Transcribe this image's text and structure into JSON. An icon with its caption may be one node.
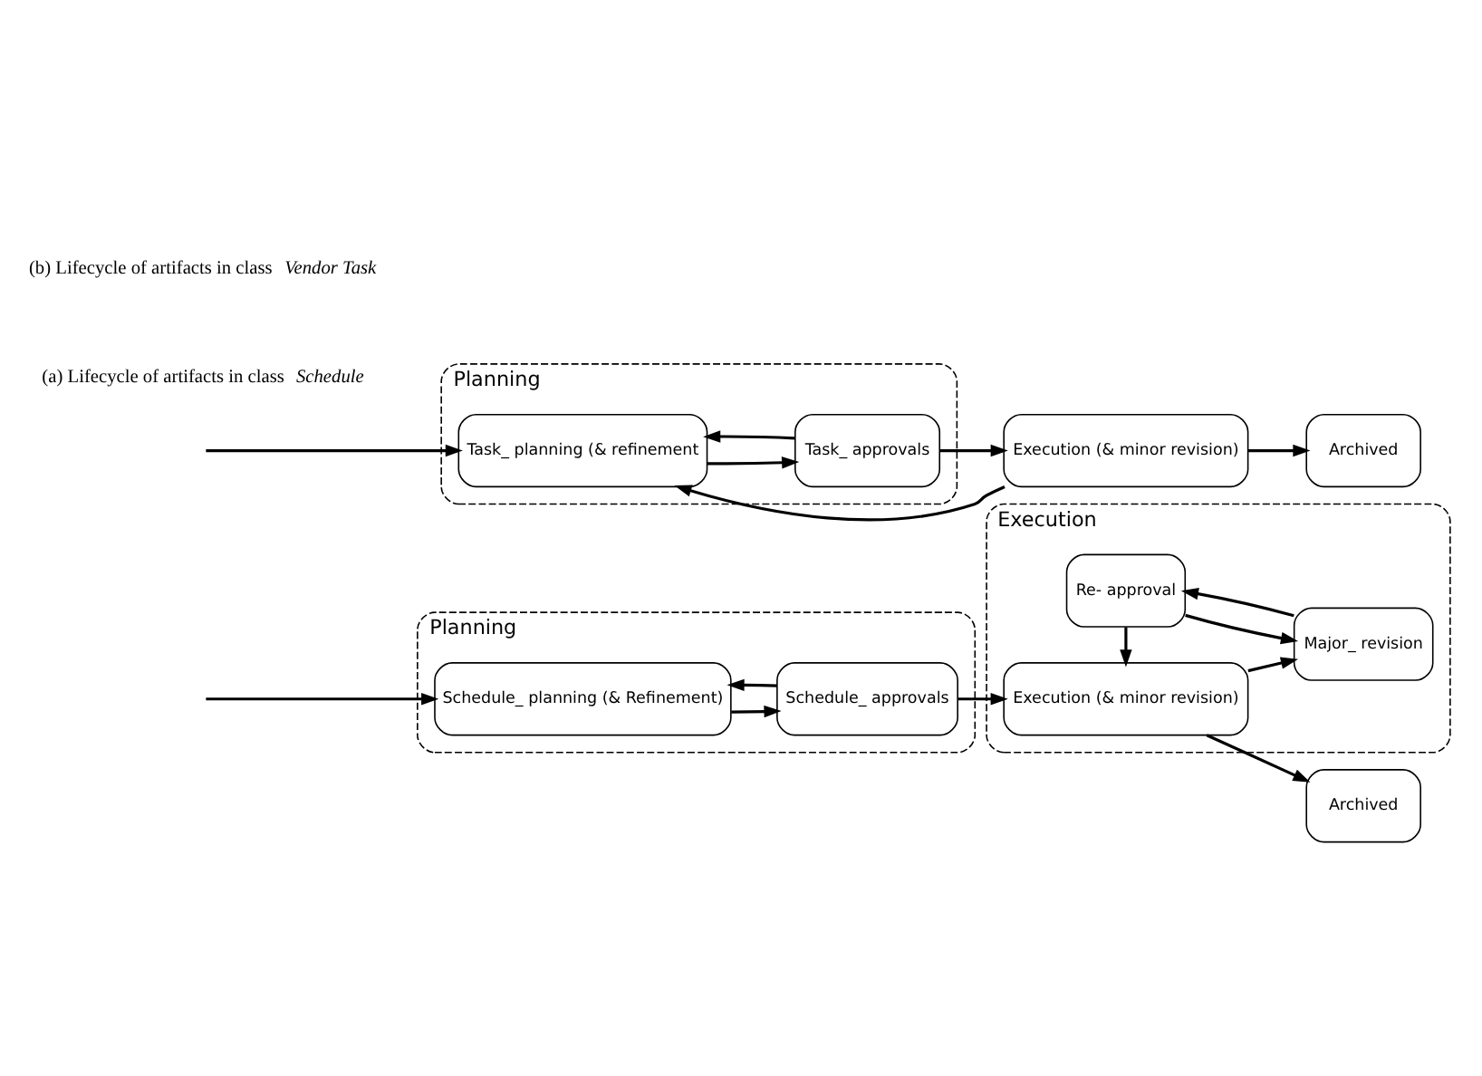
{
  "diagram": {
    "nodes": [
      {
        "text": [
          "Planning"
        ]
      },
      {
        "text": [
          "Schedule_ planning (& Refinement)"
        ],
        "in": 0
      },
      {
        "text": [
          "Schedule_ approvals"
        ],
        "in": 0
      },
      {
        "text": [
          "Execution"
        ]
      },
      {
        "text": [
          "Execution (& minor revision)"
        ],
        "in": 3
      },
      {
        "text": [
          "Re- approval"
        ],
        "in": 3
      },
      {
        "text": [
          "Major_ revision"
        ],
        "in": 3
      },
      {
        "text": [
          "Archived"
        ]
      },
      {
        "text": [
          "Planning"
        ]
      },
      {
        "text": [
          "Task_ planning (& refinement"
        ],
        "in": 8
      },
      {
        "text": [
          "Task_ approvals"
        ],
        "in": 8
      },
      {
        "text": [
          "Execution (& minor revision)"
        ]
      },
      {
        "text": [
          "Archived"
        ]
      }
    ],
    "edges": [
      {
        "from": null,
        "to": 1,
        "arrow": "to"
      },
      {
        "from": 1,
        "to": 2,
        "arrow": "to"
      },
      {
        "from": 2,
        "to": 1,
        "arrow": "to"
      },
      {
        "from": 2,
        "to": 4,
        "arrow": "to"
      },
      {
        "from": 4,
        "to": 6,
        "arrow": "to"
      },
      {
        "from": 6,
        "to": 5,
        "arrow": "to"
      },
      {
        "from": 5,
        "to": 6,
        "arrow": "to"
      },
      {
        "from": 5,
        "to": 4,
        "arrow": "to"
      },
      {
        "from": 4,
        "to": 7,
        "arrow": "to"
      },
      {
        "from": null,
        "to": 9,
        "arrow": "to"
      },
      {
        "from": 9,
        "to": 10,
        "arrow": "to"
      },
      {
        "from": 10,
        "to": 9,
        "arrow": "to"
      },
      {
        "from": 10,
        "to": 11,
        "arrow": "to"
      },
      {
        "from": 11,
        "to": 9,
        "arrow": "to"
      },
      {
        "from": 11,
        "to": 12,
        "arrow": "to"
      }
    ],
    "labels": [
      "(a) Lifecycle of artifacts in class *Schedule*",
      "(b) Lifecycle of artifacts in class *Vendor Task*"
    ]
  }
}
